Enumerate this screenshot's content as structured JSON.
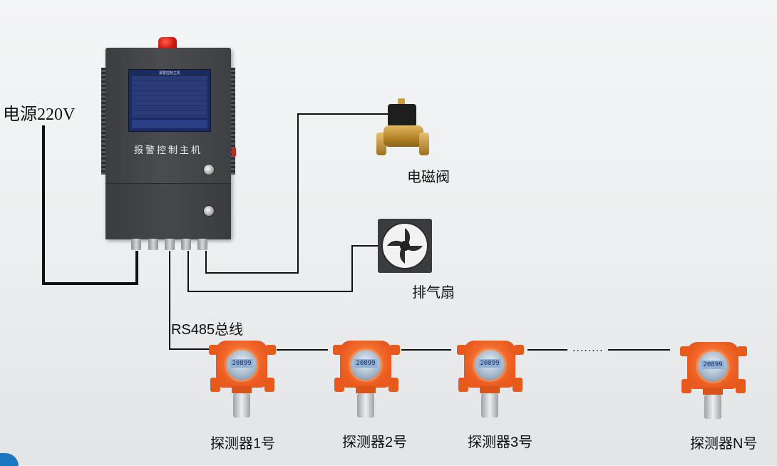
{
  "labels": {
    "power": "电源220V",
    "valve": "电磁阀",
    "fan": "排气扇",
    "bus": "RS485总线",
    "controller": "报警控制主机",
    "screen_title": "报警控制主机",
    "ellipsis": "........"
  },
  "detectors": [
    {
      "label": "探测器1号",
      "reading": "20899"
    },
    {
      "label": "探测器2号",
      "reading": "20899"
    },
    {
      "label": "探测器3号",
      "reading": "20899"
    },
    {
      "label": "探测器N号",
      "reading": "20899"
    }
  ],
  "colors": {
    "wire": "#111111",
    "detector_body": "#ea5a1e",
    "controller_body": "#444649",
    "screen": "#1c2b5e"
  }
}
